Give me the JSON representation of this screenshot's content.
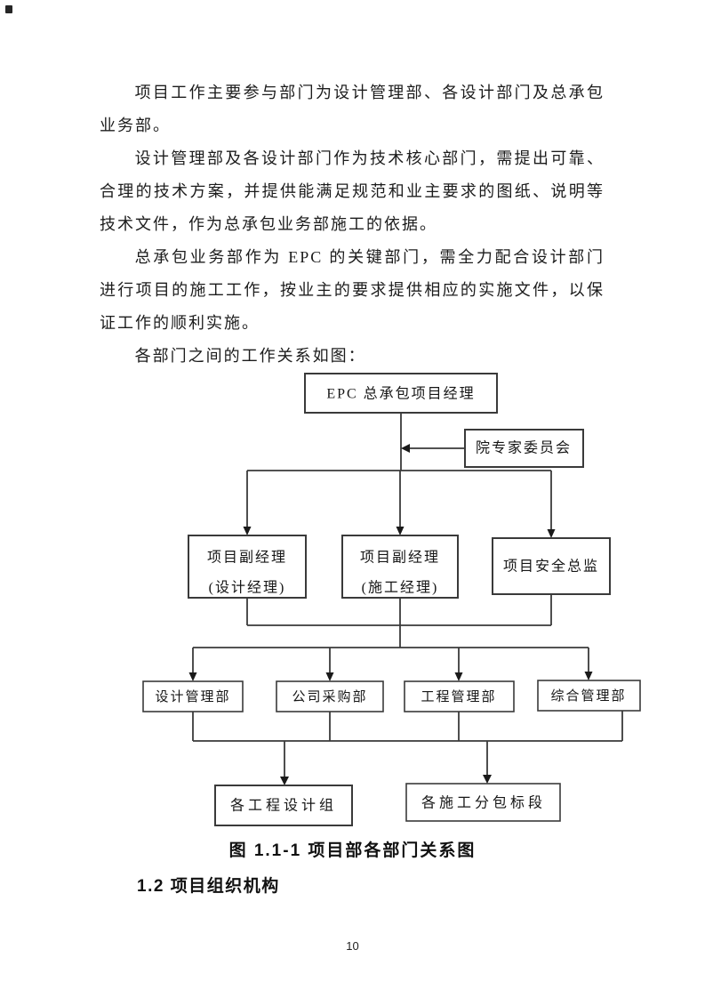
{
  "paragraphs": [
    "项目工作主要参与部门为设计管理部、各设计部门及总承包业务部。",
    "设计管理部及各设计部门作为技术核心部门，需提出可靠、合理的技术方案，并提供能满足规范和业主要求的图纸、说明等技术文件，作为总承包业务部施工的依据。",
    "总承包业务部作为 EPC 的关键部门，需全力配合设计部门进行项目的施工工作，按业主的要求提供相应的实施文件，以保证工作的顺利实施。",
    "各部门之间的工作关系如图："
  ],
  "figure_caption": "图 1.1-1 项目部各部门关系图",
  "section_heading": "1.2 项目组织机构",
  "page_number": "10",
  "diagram": {
    "nodes": {
      "epc_manager": "EPC 总承包项目经理",
      "expert_committee": "院专家委员会",
      "deputy_design_line1": "项目副经理",
      "deputy_design_line2": "(设计经理)",
      "deputy_construction_line1": "项目副经理",
      "deputy_construction_line2": "(施工经理)",
      "safety_director": "项目安全总监",
      "design_mgmt": "设计管理部",
      "procurement": "公司采购部",
      "engineering_mgmt": "工程管理部",
      "general_mgmt": "综合管理部",
      "design_groups": "各工程设计组",
      "construction_sections": "各施工分包标段"
    }
  }
}
